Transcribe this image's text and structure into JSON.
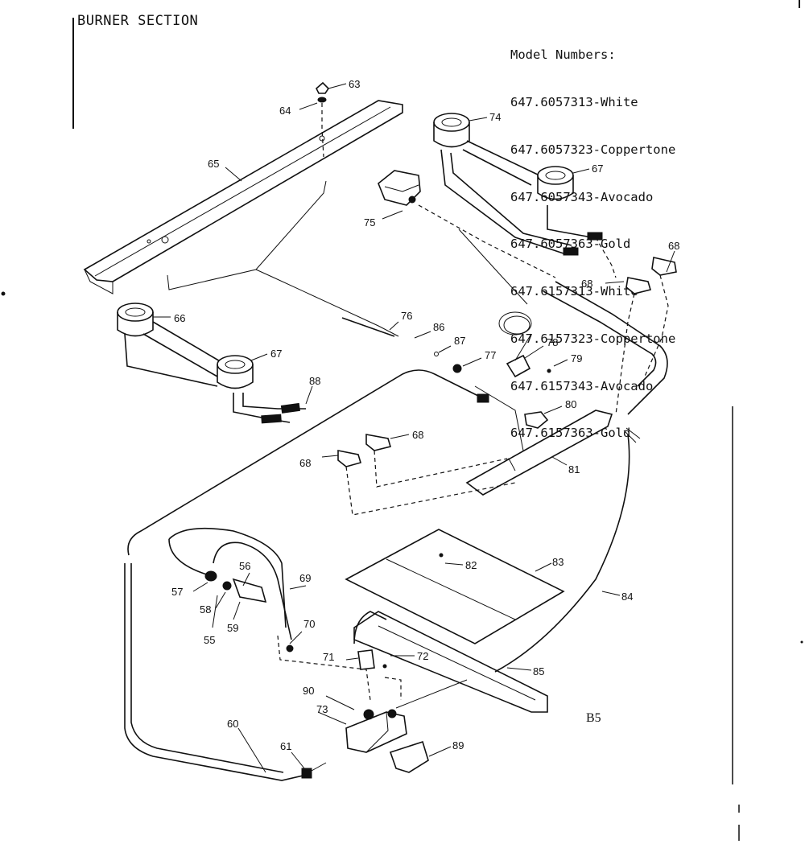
{
  "header": {
    "section_title": "BURNER SECTION",
    "model_heading": "Model Numbers:",
    "models": [
      "647.6057313-White",
      "647.6057323-Coppertone",
      "647.6057343-Avocado",
      "647.6057363-Gold",
      "647.6157313-White",
      "647.6157323-Coppertone",
      "647.6157343-Avocado",
      "647.6157363-Gold"
    ]
  },
  "page_code": "B5",
  "callouts": {
    "p55": "55",
    "p56": "56",
    "p57": "57",
    "p58": "58",
    "p59": "59",
    "p60": "60",
    "p61": "61",
    "p63": "63",
    "p64": "64",
    "p65": "65",
    "p66": "66",
    "p67a": "67",
    "p67b": "67",
    "p68a": "68",
    "p68b": "68",
    "p68c": "68",
    "p68d": "68",
    "p69": "69",
    "p70": "70",
    "p71": "71",
    "p72": "72",
    "p73": "73",
    "p74": "74",
    "p75": "75",
    "p76": "76",
    "p77": "77",
    "p78": "78",
    "p79": "79",
    "p80": "80",
    "p81": "81",
    "p82": "82",
    "p83": "83",
    "p84": "84",
    "p85": "85",
    "p86": "86",
    "p87": "87",
    "p88": "88",
    "p89": "89",
    "p90": "90"
  }
}
